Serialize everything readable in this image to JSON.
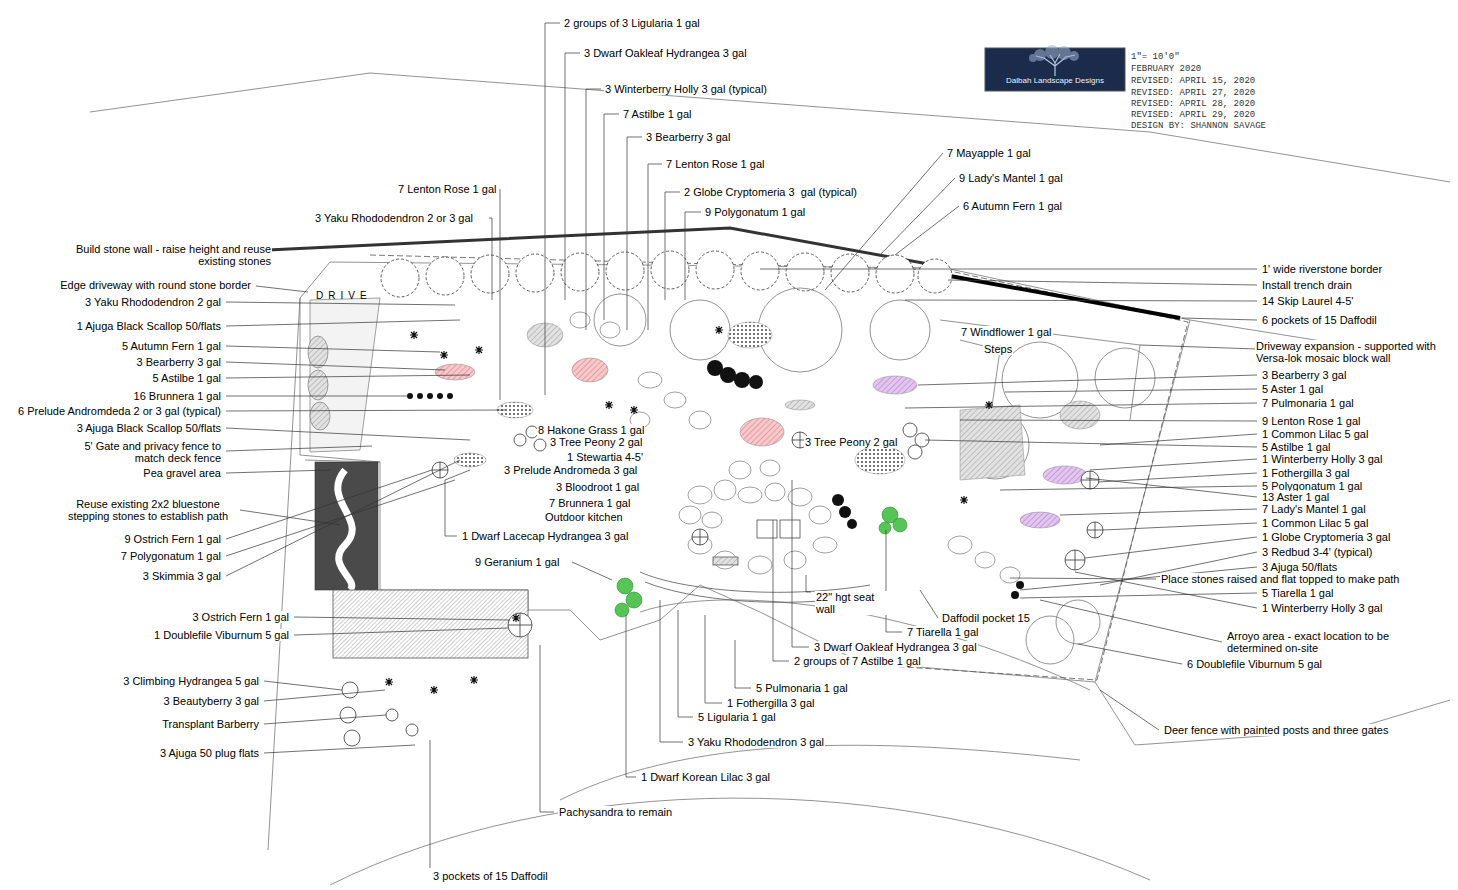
{
  "diagram": {
    "nodes": [
      {
        "text": [
          "Dalbah Landscape Designs"
        ]
      }
    ],
    "labels": [
      "2 groups of 3 Ligularia 1 gal",
      "3 Dwarf Oakleaf Hydrangea 3 gal",
      "3 Winterberry Holly 3 gal (typical)",
      "7 Astilbe 1 gal",
      "3 Bearberry 3 gal",
      "7 Lenton Rose 1 gal",
      "2 Globe Cryptomeria 3  gal (typical)",
      "9 Polygonatum 1 gal",
      "7 Lenton Rose 1 gal",
      "3 Yaku Rhododendron 2 or 3 gal",
      "7 Mayapple 1 gal",
      "9 Lady's Mantel 1 gal",
      "6 Autumn Fern 1 gal",
      "Build stone wall - raise height and reuse existing stones",
      "Edge driveway with round stone border",
      "3 Yaku Rhododendron 2 gal",
      "1 Ajuga Black Scallop 50/flats",
      "5 Autumn Fern 1 gal",
      "3 Bearberry 3 gal",
      "5 Astilbe 1 gal",
      "16 Brunnera 1 gal",
      "6 Prelude Andromdeda 2 or 3 gal (typical)",
      "3 Ajuga Black Scallop 50/flats",
      "5' Gate and privacy fence to match deck fence",
      "Pea gravel area",
      "Reuse existing 2x2 bluestone stepping stones to establish path",
      "9 Ostrich Fern 1 gal",
      "7 Polygonatum 1 gal",
      "3 Skimmia 3 gal",
      "3 Ostrich Fern 1 gal",
      "1 Doublefile Viburnum 5 gal",
      "3 Climbing Hydrangea 5 gal",
      "3 Beautyberry 3 gal",
      "Transplant Barberry",
      "3 Ajuga 50 plug flats",
      "Pachysandra to remain",
      "3 pockets of 15 Daffodil",
      "8 Hakone Grass 1 gal",
      "3 Tree Peony 2 gal",
      "1 Stewartia 4-5'",
      "3 Prelude Andromeda 3 gal",
      "3 Bloodroot 1 gal",
      "7 Brunnera 1 gal",
      "Outdoor kitchen",
      "3 Tree Peony 2 gal",
      "1 Dwarf Lacecap Hydrangea 3 gal",
      "9 Geranium 1 gal",
      "22\" hgt seat wall",
      "Daffodil pocket 15",
      "7 Tiarella 1 gal",
      "3 Dwarf Oakleaf Hydrangea 3 gal",
      "2 groups of 7 Astilbe 1 gal",
      "5 Pulmonaria 1 gal",
      "1 Fothergilla 3 gal",
      "5 Ligularia 1 gal",
      "3 Yaku Rhododendron 3 gal",
      "1 Dwarf Korean Lilac 3 gal",
      "DRIVE",
      "7 Windflower 1 gal",
      "Steps",
      "1' wide riverstone border",
      "Install trench drain",
      "14 Skip Laurel 4-5'",
      "6 pockets of 15 Daffodil",
      "Driveway expansion - supported with Versa-lok mosaic block wall",
      "3 Bearberry 3 gal",
      "5 Aster 1 gal",
      "7 Pulmonaria 1 gal",
      "9 Lenton Rose 1 gal",
      "1 Common Lilac 5 gal",
      "5 Astilbe 1 gal",
      "1 Winterberry Holly 3 gal",
      "1 Fothergilla 3 gal",
      "5 Polygonatum 1 gal",
      "13 Aster 1 gal",
      "7 Lady's Mantel 1 gal",
      "1 Common Lilac 5 gal",
      "1 Globe Cryptomeria 3 gal",
      "3 Redbud 3-4' (typical)",
      "3 Ajuga 50/flats",
      "Place stones raised and flat topped to make path",
      "5 Tiarella 1 gal",
      "1 Winterberry Holly 3 gal",
      "Arroyo area - exact location to be determined on-site",
      "6 Doublefile Viburnum 5 gal",
      "Deer fence with painted posts and three gates",
      "1\"= 10'0\"",
      "FEBRUARY 2020",
      "REVISED: APRIL 15, 2020",
      "REVISED: APRIL 27, 2020",
      "REVISED: APRIL 28, 2020",
      "REVISED: APRIL 29, 2020",
      "DESIGN BY: SHANNON SAVAGE"
    ]
  }
}
